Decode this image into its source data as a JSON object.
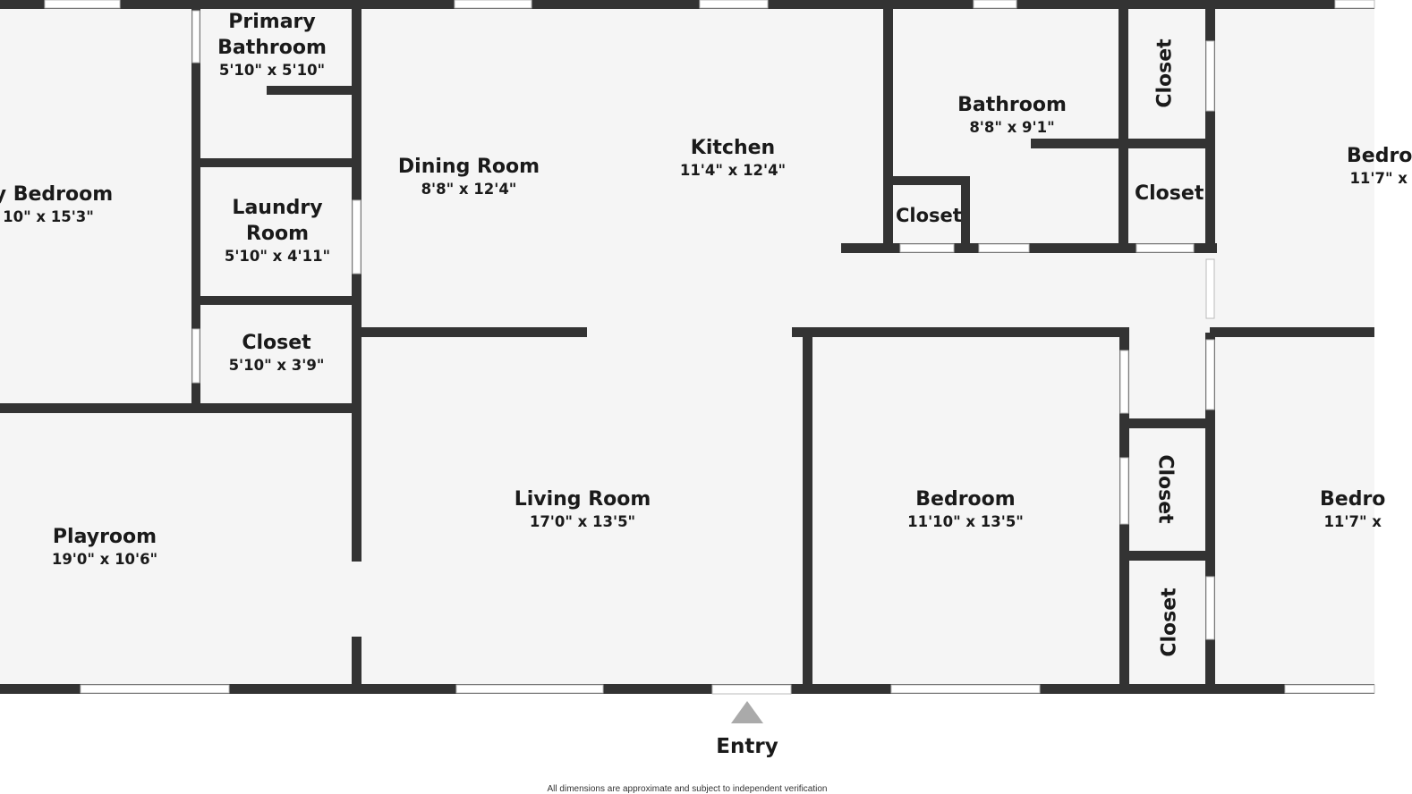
{
  "rooms": {
    "primary_bedroom": {
      "name": "ry Bedroom",
      "dim": "10\" x 15'3\""
    },
    "primary_bathroom": {
      "name_line1": "Primary",
      "name_line2": "Bathroom",
      "dim": "5'10\" x 5'10\""
    },
    "laundry_room": {
      "name_line1": "Laundry",
      "name_line2": "Room",
      "dim": "5'10\" x 4'11\""
    },
    "closet_left": {
      "name": "Closet",
      "dim": "5'10\" x 3'9\""
    },
    "dining_room": {
      "name": "Dining Room",
      "dim": "8'8\" x 12'4\""
    },
    "kitchen": {
      "name": "Kitchen",
      "dim": "11'4\" x 12'4\""
    },
    "bathroom": {
      "name": "Bathroom",
      "dim": "8'8\" x 9'1\""
    },
    "closet_small": {
      "name": "Closet"
    },
    "closet_top_vertical": {
      "name": "Closet"
    },
    "closet_right_upper": {
      "name": "Closet"
    },
    "bedroom_top_right": {
      "name": "Bedro",
      "dim": "11'7\" x"
    },
    "playroom": {
      "name": "Playroom",
      "dim": "19'0\" x 10'6\""
    },
    "living_room": {
      "name": "Living Room",
      "dim": "17'0\" x 13'5\""
    },
    "bedroom": {
      "name": "Bedroom",
      "dim": "11'10\" x 13'5\""
    },
    "closet_mid_vertical": {
      "name": "Closet"
    },
    "closet_bottom_vertical": {
      "name": "Closet"
    },
    "bedroom_bottom_right": {
      "name": "Bedro",
      "dim": "11'7\" x"
    }
  },
  "entry_label": "Entry",
  "disclaimer": "All dimensions are approximate and subject to independent verification",
  "colors": {
    "wall": "#333333",
    "floor": "#f5f5f5",
    "window": "#ffffff",
    "arrow": "#aaaaaa"
  }
}
